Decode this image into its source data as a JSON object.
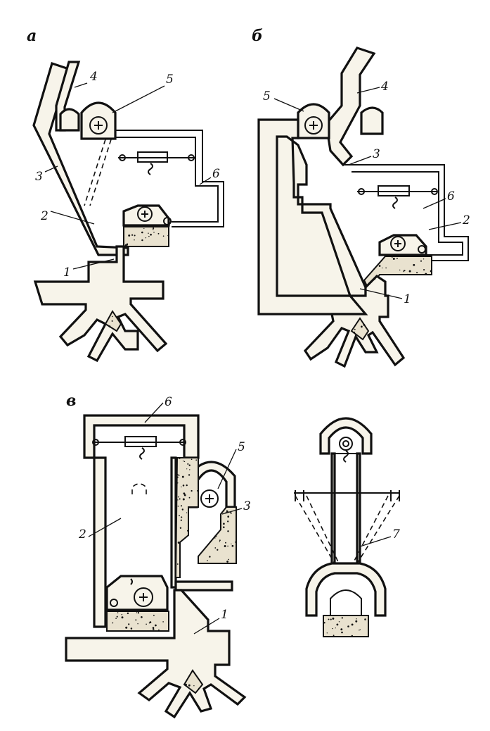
{
  "panels": {
    "a": {
      "letter": "а"
    },
    "b": {
      "letter": "б"
    },
    "c": {
      "letter": "в"
    }
  },
  "callouts": {
    "a": {
      "l1": "1",
      "l2": "2",
      "l3": "3",
      "l4": "4",
      "l5": "5",
      "l6": "6"
    },
    "b": {
      "l1": "1",
      "l2": "2",
      "l3": "3",
      "l4": "4",
      "l5": "5",
      "l6": "6"
    },
    "c": {
      "l1": "1",
      "l2": "2",
      "l3": "3",
      "l5": "5",
      "l6": "6",
      "l7": "7"
    }
  }
}
